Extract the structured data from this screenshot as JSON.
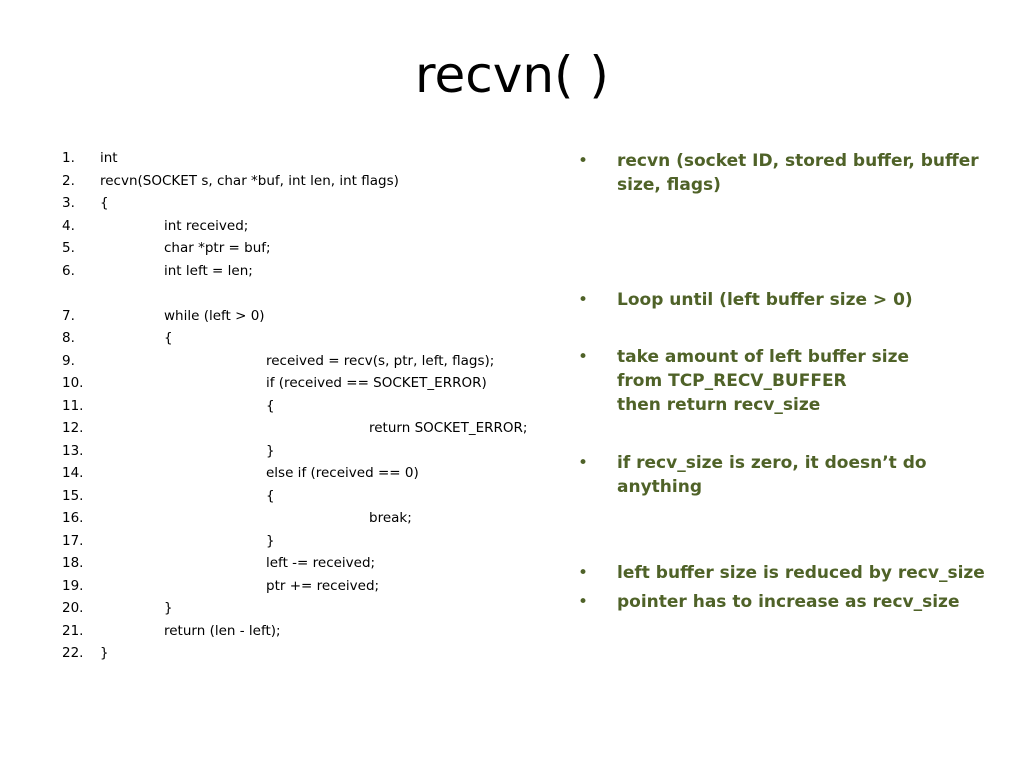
{
  "slide": {
    "title": "recvn( )"
  },
  "code": {
    "lines": [
      {
        "num": "1.",
        "indent": 0,
        "text": "int"
      },
      {
        "num": "2.",
        "indent": 0,
        "text": "recvn(SOCKET s, char *buf, int len, int flags)"
      },
      {
        "num": "3.",
        "indent": 0,
        "text": "{"
      },
      {
        "num": "4.",
        "indent": 1,
        "text": "int received;"
      },
      {
        "num": "5.",
        "indent": 1,
        "text": "char *ptr = buf;"
      },
      {
        "num": "6.",
        "indent": 1,
        "text": "int left = len;"
      },
      {
        "num": "7.",
        "indent": 1,
        "text": "while (left > 0)"
      },
      {
        "num": "8.",
        "indent": 1,
        "text": "{"
      },
      {
        "num": "9.",
        "indent": 2,
        "text": "received = recv(s, ptr, left, flags);"
      },
      {
        "num": "10.",
        "indent": 2,
        "text": "if (received == SOCKET_ERROR)"
      },
      {
        "num": "11.",
        "indent": 2,
        "text": "{"
      },
      {
        "num": "12.",
        "indent": 3,
        "text": "return SOCKET_ERROR;"
      },
      {
        "num": "13.",
        "indent": 2,
        "text": "}"
      },
      {
        "num": "14.",
        "indent": 2,
        "text": "else if (received == 0)"
      },
      {
        "num": "15.",
        "indent": 2,
        "text": "{"
      },
      {
        "num": "16.",
        "indent": 3,
        "text": "break;"
      },
      {
        "num": "17.",
        "indent": 2,
        "text": "}"
      },
      {
        "num": "18.",
        "indent": 2,
        "text": "left -= received;"
      },
      {
        "num": "19.",
        "indent": 2,
        "text": "ptr += received;"
      },
      {
        "num": "20.",
        "indent": 1,
        "text": "}"
      },
      {
        "num": "21.",
        "indent": 1,
        "text": "return (len - left);"
      },
      {
        "num": "22.",
        "indent": 0,
        "text": "}"
      }
    ]
  },
  "notes": {
    "bullet_glyph": "•",
    "accent_color": "#4f6228",
    "items": [
      {
        "lines": [
          "recvn (socket ID, stored buffer, buffer",
          "size, flags)"
        ]
      },
      {
        "lines": [
          "Loop until (left buffer size > 0)"
        ]
      },
      {
        "lines": [
          "take amount of left buffer size",
          "from TCP_RECV_BUFFER",
          "then return recv_size"
        ]
      },
      {
        "lines": [
          "if recv_size is zero, it doesn’t do",
          "anything"
        ]
      },
      {
        "lines": [
          "left buffer size is reduced by recv_size"
        ]
      },
      {
        "lines": [
          "pointer has to increase as recv_size"
        ]
      }
    ]
  }
}
